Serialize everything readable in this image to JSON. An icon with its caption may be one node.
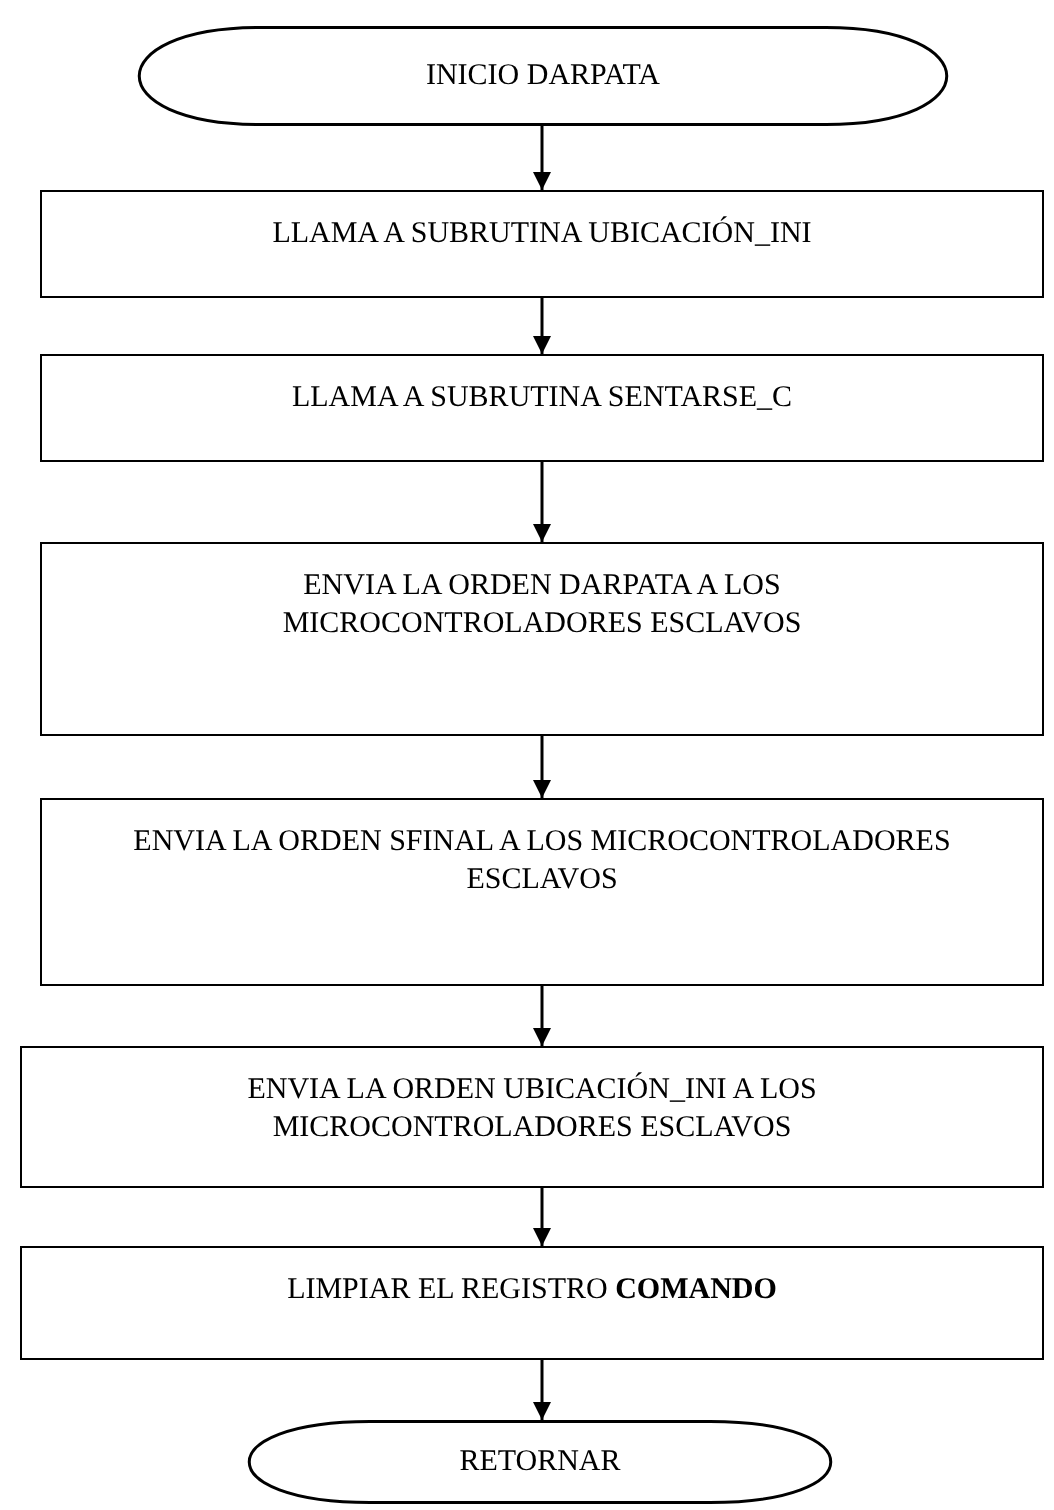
{
  "diagram": {
    "nodes": [
      {
        "text": [
          "INICIO DARPATA"
        ]
      },
      {
        "text": [
          "LLAMA A SUBRUTINA UBICACIÓN_INI"
        ]
      },
      {
        "text": [
          "LLAMA A SUBRUTINA SENTARSE_C"
        ]
      },
      {
        "text": [
          "ENVIA LA ORDEN DARPATA A LOS MICROCONTROLADORES ESCLAVOS"
        ]
      },
      {
        "text": [
          "ENVIA LA ORDEN SFINAL A LOS MICROCONTROLADORES ESCLAVOS"
        ]
      },
      {
        "text": [
          "ENVIA LA ORDEN UBICACIÓN_INI A LOS MICROCONTROLADORES ESCLAVOS"
        ]
      },
      {
        "text": [
          "LIMPIAR EL REGISTRO **COMANDO**"
        ]
      },
      {
        "text": [
          "RETORNAR"
        ]
      }
    ],
    "edges": [
      {
        "from": 0,
        "to": 1,
        "arrow": "to"
      },
      {
        "from": 1,
        "to": 2,
        "arrow": "to"
      },
      {
        "from": 2,
        "to": 3,
        "arrow": "to"
      },
      {
        "from": 3,
        "to": 4,
        "arrow": "to"
      },
      {
        "from": 4,
        "to": 5,
        "arrow": "to"
      },
      {
        "from": 5,
        "to": 6,
        "arrow": "to"
      },
      {
        "from": 6,
        "to": 7,
        "arrow": "to"
      }
    ]
  }
}
